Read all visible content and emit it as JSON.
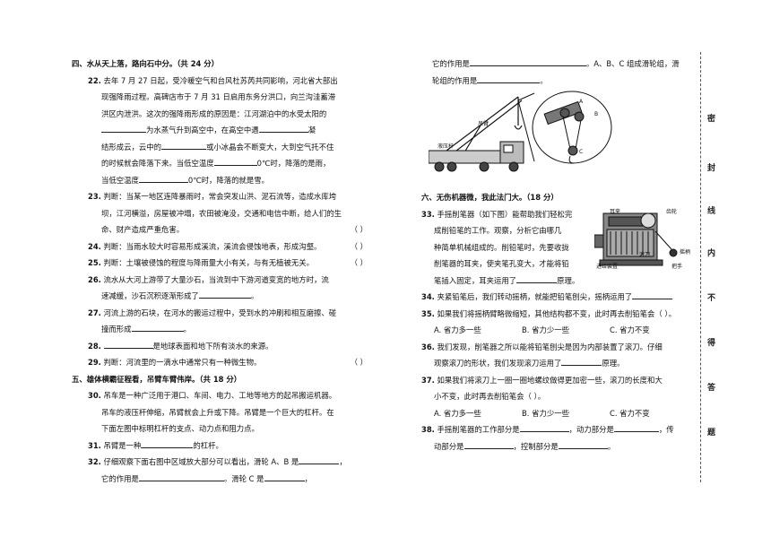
{
  "left": {
    "sec4_title": "四、水从天上落，路向石中分。（共 24 分）",
    "q22": {
      "num": "22.",
      "l1": "去年 7 月 27 日起，受冷暖空气和台风杜苏芮共同影响，河北省大部出",
      "l2": "现强降雨过程。高碑店市于 7 月 31 日启用东务分洪口，向兰沟洼蓄滞",
      "l3": "洪区内泄洪。这次的强降雨形成的原因是：江河湖泊中的水受太阳的",
      "l4a": "为水蒸气升到高空中，在高空中遇",
      "l4b": "凝",
      "l5a": "结形成云，云中的",
      "l5b": "或小冰晶会不断变大，大到空气托不住",
      "l6a": "的时候就会降落下来。当低空温度",
      "l6b": "0℃时，降落的是雨，",
      "l7a": "当低空温度",
      "l7b": "0℃时，降落的就是雪。"
    },
    "q23": {
      "num": "23.",
      "l1": "判断：当某一地区连降暴雨时，常会突发山洪、泥石流等，造成水库垮",
      "l2": "坝，江河横溢，房屋被冲塌，农田被淹没，交通和电信中断，给人们的生",
      "l3": "命、财产造成严重危害。",
      "paren": "（      ）"
    },
    "q24": {
      "num": "24.",
      "text": "判断：当雨水较大时容易形成溪流，溪流会侵蚀地表，形成沟壑。",
      "paren": "（      ）"
    },
    "q25": {
      "num": "25.",
      "text": "判断：土壤被侵蚀的程度与降雨量大小有关，与有无植被无关。",
      "paren": "（      ）"
    },
    "q26": {
      "num": "26.",
      "l1": "流水从大河上游带了大量沙石，当流到中下游河道变宽的地方时，流",
      "l2a": "速减缓，沙石沉积逐渐形成了",
      "l2b": "。"
    },
    "q27": {
      "num": "27.",
      "l1": "河流上游的石块，在河水的搬运过程中，受到水的冲刷和相互磨擦、碰",
      "l2a": "撞而形成",
      "l2b": "。"
    },
    "q28": {
      "num": "28.",
      "a": "是地球表面和地下所有淡水的来源。"
    },
    "q29": {
      "num": "29.",
      "text": "判断：河流里的一滴水中通常只有一种微生物。",
      "paren": "（      ）"
    },
    "sec5_title": "五、雄体横霸征程看，吊臂车臂伟岸。（共 18 分）",
    "q30": {
      "num": "30.",
      "l1": "吊车是一种广泛用于港口、车间、电力、工地等地方的起吊搬运机器。",
      "l2": "吊车的液压杆伸缩，吊臂就会上升或下降。吊臂是一个巨大的杠杆。在",
      "l3": "下面左图中标明杠杆的支点、动力点和阻力点。"
    },
    "q31": {
      "num": "31.",
      "a": "吊臂是一种",
      "b": "的杠杆。"
    },
    "q32": {
      "num": "32.",
      "l1a": "仔细观察下面右图中区域放大部分可以看出，滑轮 A、B 是",
      "l1b": "，",
      "l2a": "它的作用是",
      "l2b": "。滑轮 C 是",
      "l2c": "，"
    }
  },
  "right": {
    "cont1a": "它的作用是",
    "cont1b": "。A、B、C 组成滑轮组，滑",
    "cont2a": "轮组的作用是",
    "cont2b": "。",
    "fig_crane": {
      "arm": "吊臂",
      "rod": "液压杆"
    },
    "fig_pulley": {
      "a": "A",
      "b": "B",
      "c": "C"
    },
    "sec6_title": "六、无伤机器微，我此法门大。（18 分）",
    "q33": {
      "num": "33.",
      "l1": "手摇削笔器（如下图）能帮助我们轻松完",
      "l2": "成削铅笔的工作。观察，分析它由哪几",
      "l3": "种简单机械组成的。削铅笔时，先要收拢",
      "l4": "削笔器的耳夹，使夹笔孔变大，才能将铅",
      "l5": "笔插入固定，耳夹运用了",
      "l5b": "原理。"
    },
    "fig_sharpener": {
      "ear": "耳夹",
      "gear": "齿轮",
      "crank": "摇柄",
      "blade": "滚刀",
      "handle": "把手",
      "board": "进给装置"
    },
    "q34": {
      "num": "34.",
      "a": "夹紧铅笔后，我们转动摇柄，就能把铅笔刨尖，摇柄运用了",
      "b": ""
    },
    "q35": {
      "num": "35.",
      "text": "如果我们将摇柄臂略微缩短，其他结构都不变，此时再去削铅笔会（      ）。",
      "opt_a": "A. 省力多一些",
      "opt_b": "B. 省力少一些",
      "opt_c": "C. 省力不变"
    },
    "q36": {
      "num": "36.",
      "l1": "我们发现，削笔器之所以能将铅笔刨尖是因为内部装置了滚刀。仔细",
      "l2a": "观察滚刀的形状，我们发现滚刀运用了",
      "l2b": "原理。"
    },
    "q37": {
      "num": "37.",
      "l1": "如果我们将滚刀上一圈一圈地螺纹做得更加密一些，滚刀的长度和大",
      "l2": "小不变，此时再去削铅笔会（      ）。",
      "opt_a": "A. 省力多一些",
      "opt_b": "B. 省力少一些",
      "opt_c": "C. 省力不变"
    },
    "q38": {
      "num": "38.",
      "l1a": "手摇削笔器的工作部分是",
      "l1b": "，动力部分是",
      "l1c": "，传",
      "l2a": "动部分是",
      "l2b": "，控制部分是",
      "l2c": "。"
    }
  },
  "side": {
    "chars": [
      "密",
      "封",
      "线",
      "内",
      "不",
      "得",
      "答",
      "题"
    ]
  }
}
